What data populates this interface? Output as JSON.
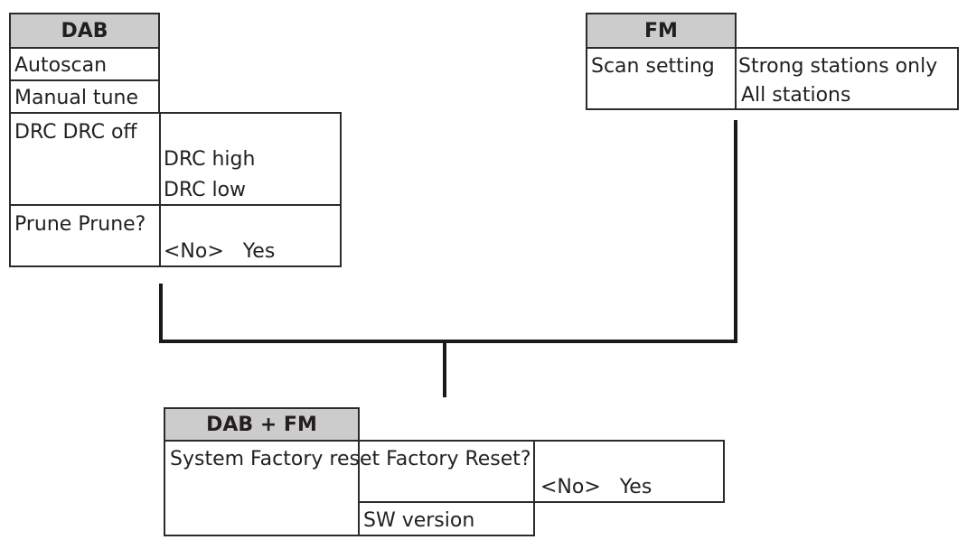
{
  "dab": {
    "title": "DAB",
    "autoscan": "Autoscan",
    "manual_tune": "Manual tune",
    "drc": {
      "label": "DRC DRC off",
      "options": [
        "DRC high",
        "DRC low"
      ]
    },
    "prune": {
      "label": "Prune Prune?",
      "options": "<No>   Yes"
    }
  },
  "fm": {
    "title": "FM",
    "scan_setting": "Scan setting",
    "options": [
      "Strong stations only",
      "All stations"
    ]
  },
  "both": {
    "title": "DAB + FM",
    "system": "System Factory reset Factory Reset?",
    "factory_options": "<No>   Yes",
    "sw_version": "SW version"
  }
}
